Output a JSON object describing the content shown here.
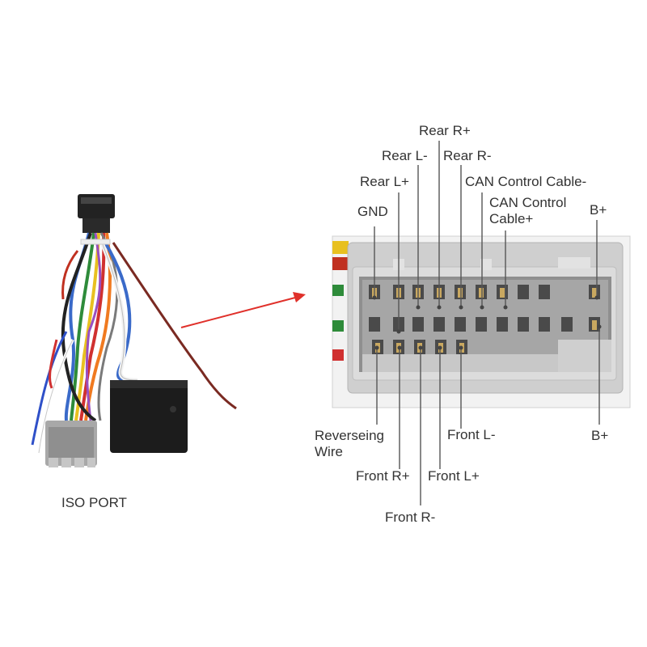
{
  "harness": {
    "label": "ISO PORT"
  },
  "pin_labels": {
    "rear_r_plus": "Rear R+",
    "rear_l_minus": "Rear L-",
    "rear_r_minus": "Rear R-",
    "rear_l_plus": "Rear L+",
    "can_control_cable_minus": "CAN Control Cable-",
    "can_control_cable_plus_line1": "CAN Control",
    "can_control_cable_plus_line2": "Cable+",
    "gnd": "GND",
    "b_plus_top": "B+",
    "reverseing_wire_line1": "Reverseing",
    "reverseing_wire_line2": "Wire",
    "front_l_minus": "Front L-",
    "b_plus_bottom": "B+",
    "front_r_plus": "Front R+",
    "front_l_plus": "Front L+",
    "front_r_minus": "Front R-"
  },
  "colors": {
    "arrow": "#e0302a",
    "leader_line": "#555555",
    "connector_body": "#d8d8d8"
  }
}
